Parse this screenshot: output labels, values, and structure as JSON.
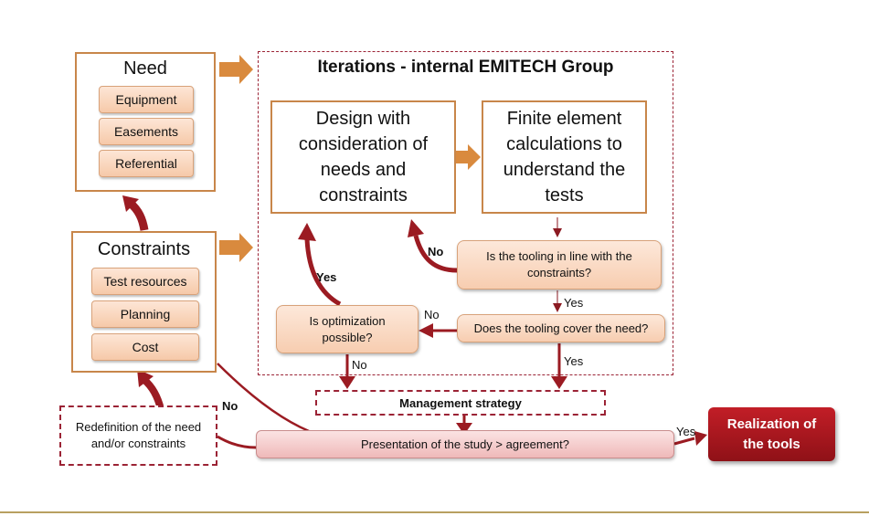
{
  "need": {
    "title": "Need",
    "items": [
      "Equipment",
      "Easements",
      "Referential"
    ]
  },
  "constraints": {
    "title": "Constraints",
    "items": [
      "Test resources",
      "Planning",
      "Cost"
    ]
  },
  "iterations": {
    "title": "Iterations - internal EMITECH Group",
    "design": "Design with consideration of needs and constraints",
    "fea": "Finite element calculations to understand the tests"
  },
  "decisions": {
    "tooling_constraints": "Is the tooling in line with the constraints?",
    "tooling_need": "Does the tooling cover the need?",
    "optimization": "Is optimization possible?",
    "presentation": "Presentation of the study > agreement?"
  },
  "management_strategy": "Management strategy",
  "redefinition": "Redefinition of the need and/or constraints",
  "realization": "Realization of the tools",
  "labels": {
    "no_design": "No",
    "yes_tc": "Yes",
    "no_tn": "No",
    "yes_tn": "Yes",
    "yes_opt": "Yes",
    "no_opt": "No",
    "no_pres": "No",
    "yes_pres": "Yes"
  },
  "colors": {
    "box_border": "#c8864a",
    "arrow_orange": "#d98a3e",
    "arrow_red": "#9b1b22",
    "realization_bg": "#a5141c"
  }
}
